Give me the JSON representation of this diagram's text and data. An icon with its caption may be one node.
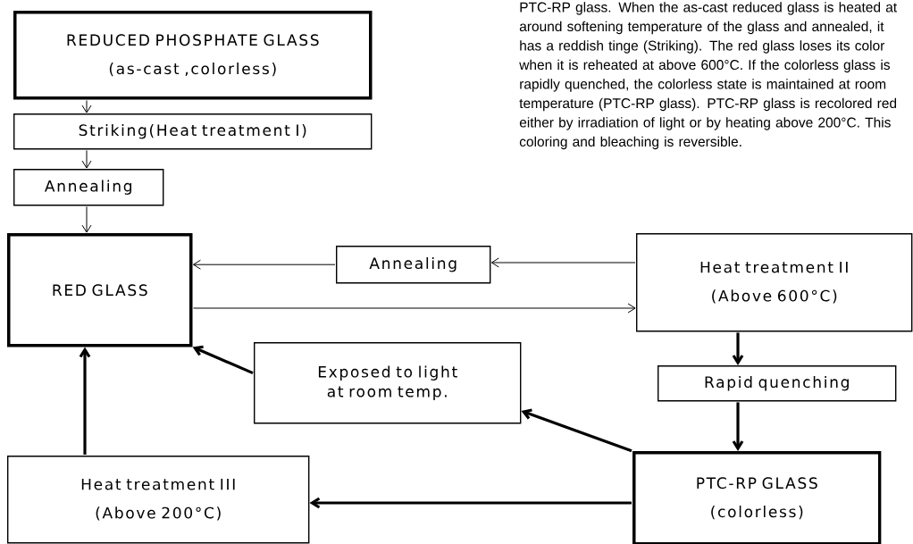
{
  "diagram": {
    "nodes": [
      {
        "text": [
          "REDUCED PHOSPHATE GLASS",
          "(as-cast ,colorless)"
        ]
      },
      {
        "text": [
          "Striking(Heat treatment I)"
        ]
      },
      {
        "text": [
          "Annealing"
        ]
      },
      {
        "text": [
          "RED GLASS"
        ]
      },
      {
        "text": [
          "Annealing"
        ]
      },
      {
        "text": [
          "Heat treatment II",
          "(Above 600°C)"
        ]
      },
      {
        "text": [
          "Rapid quenching"
        ]
      },
      {
        "text": [
          "Exposed to light at room temp."
        ]
      },
      {
        "text": [
          "Heat treatment III",
          "(Above 200°C)"
        ]
      },
      {
        "text": [
          "PTC-RP GLASS",
          "(colorless)"
        ]
      }
    ],
    "edges": [
      {
        "from": 0,
        "to": 1,
        "arrow": "to"
      },
      {
        "from": 1,
        "to": 2,
        "arrow": "to"
      },
      {
        "from": 2,
        "to": 3,
        "arrow": "to"
      },
      {
        "from": 5,
        "to": 4,
        "arrow": "to"
      },
      {
        "from": 4,
        "to": 3,
        "arrow": "to"
      },
      {
        "from": 3,
        "to": 5,
        "arrow": "to"
      },
      {
        "from": 5,
        "to": 6,
        "arrow": "to",
        "style": "thick"
      },
      {
        "from": 6,
        "to": 9,
        "arrow": "to",
        "style": "thick"
      },
      {
        "from": 9,
        "to": 7,
        "arrow": "to",
        "style": "thick"
      },
      {
        "from": 7,
        "to": 3,
        "arrow": "to",
        "style": "thick"
      },
      {
        "from": 9,
        "to": 8,
        "arrow": "to",
        "style": "thick"
      },
      {
        "from": 8,
        "to": 3,
        "arrow": "to",
        "style": "thick"
      }
    ],
    "labels": [
      "PTC-RP glass. When the as-cast reduced glass is heated at around softening temperature of the glass and annealed, it has a reddish tinge (Striking). The red glass loses its color when it is reheated at above 600°C. If the colorless glass is rapidly quenched, the colorless state is maintained at room temperature (PTC-RP glass). PTC-RP glass is recolored red either by irradiation of light or by heating above 200°C. This coloring and bleaching is reversible."
    ]
  }
}
